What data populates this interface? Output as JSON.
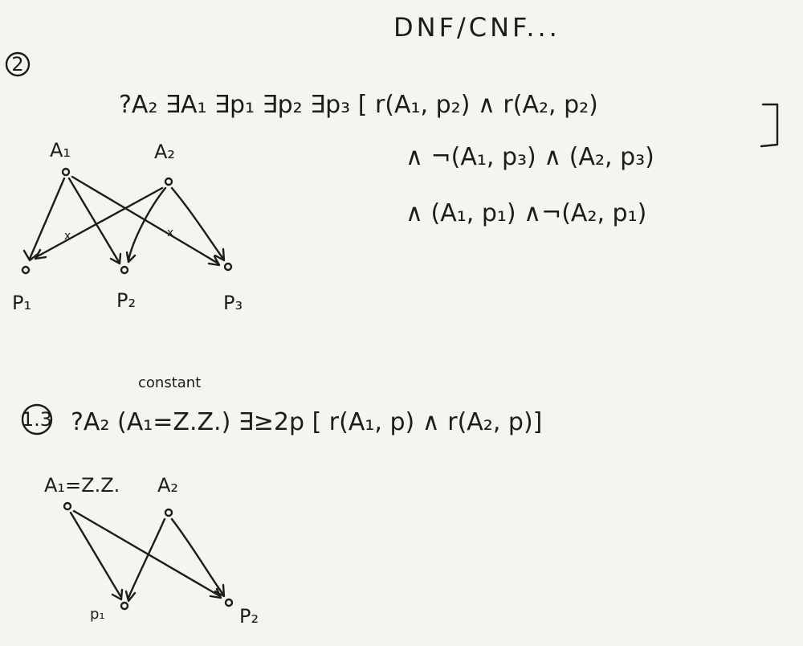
{
  "header": "DNF/CNF...",
  "section1": {
    "number": "2",
    "formula_line1": "?A₂ ∃A₁ ∃p₁ ∃p₂ ∃p₃ [ r(A₁, p₂) ∧ r(A₂, p₂)",
    "formula_line2": "∧ ¬(A₁, p₃) ∧ (A₂, p₃)",
    "formula_line3": "∧ (A₁, p₁) ∧¬(A₂, p₁)",
    "closing_bracket": "]",
    "nodes": {
      "A1": "A₁",
      "A2": "A₂",
      "P1": "P₁",
      "P2": "P₂",
      "P3": "P₃"
    },
    "edge_mark": "x"
  },
  "section2": {
    "number": "1.3",
    "annotation": "constant",
    "formula": "?A₂ (A₁=Z.Z.) ∃≥2p [ r(A₁, p) ∧ r(A₂, p)]",
    "nodes": {
      "A1": "A₁=Z.Z.",
      "A2": "A₂",
      "P1": "p₁",
      "P2": "P₂"
    }
  }
}
